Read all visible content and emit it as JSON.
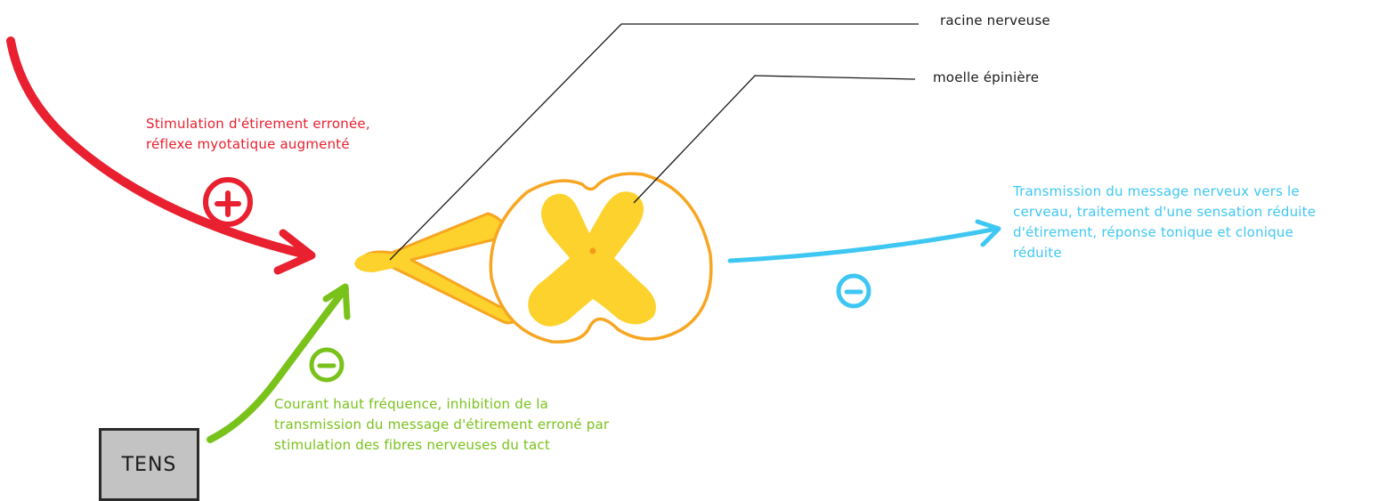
{
  "labels": {
    "nerve_root": "racine nerveuse",
    "spinal_cord": "moelle épinière"
  },
  "stretch_stimulus": {
    "lines": [
      "Stimulation d'étirement erronée,",
      "réflexe myotatique augmenté"
    ],
    "sign": "+",
    "color": "#e8202f"
  },
  "transmission": {
    "lines": [
      "Transmission du message nerveux vers le",
      "cerveau,  traitement d'une sensation réduite",
      "d'étirement, réponse tonique et clonique",
      "réduite"
    ],
    "sign": "-",
    "color": "#3ec7f2"
  },
  "tens_current": {
    "lines": [
      "Courant haut fréquence, inhibition de la",
      "transmission du message d'étirement erroné par",
      "stimulation des fibres nerveuses du tact"
    ],
    "sign": "-",
    "color": "#79c21a"
  },
  "device": {
    "label": "TENS"
  },
  "colors": {
    "nerve_fill": "#fdd22c",
    "nerve_outline": "#f7a621",
    "grey_matter": "#fdd22c",
    "central_canal": "#f29a1a",
    "leader_lines": "#1a1a1a",
    "device_fill": "#c3c3c3"
  }
}
